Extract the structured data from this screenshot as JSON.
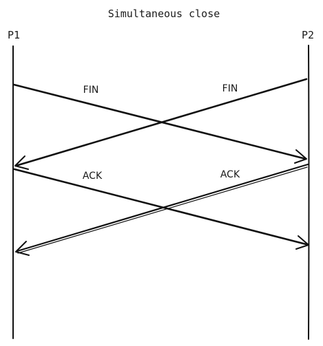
{
  "diagram": {
    "title": "Simultaneous close",
    "participants": {
      "left": "P1",
      "right": "P2"
    },
    "messages": [
      {
        "label": "FIN",
        "from": "P1",
        "to": "P2"
      },
      {
        "label": "FIN",
        "from": "P2",
        "to": "P1"
      },
      {
        "label": "ACK",
        "from": "P1",
        "to": "P2"
      },
      {
        "label": "ACK",
        "from": "P2",
        "to": "P1"
      }
    ],
    "colors": {
      "ink": "#111111",
      "background": "#ffffff"
    }
  }
}
